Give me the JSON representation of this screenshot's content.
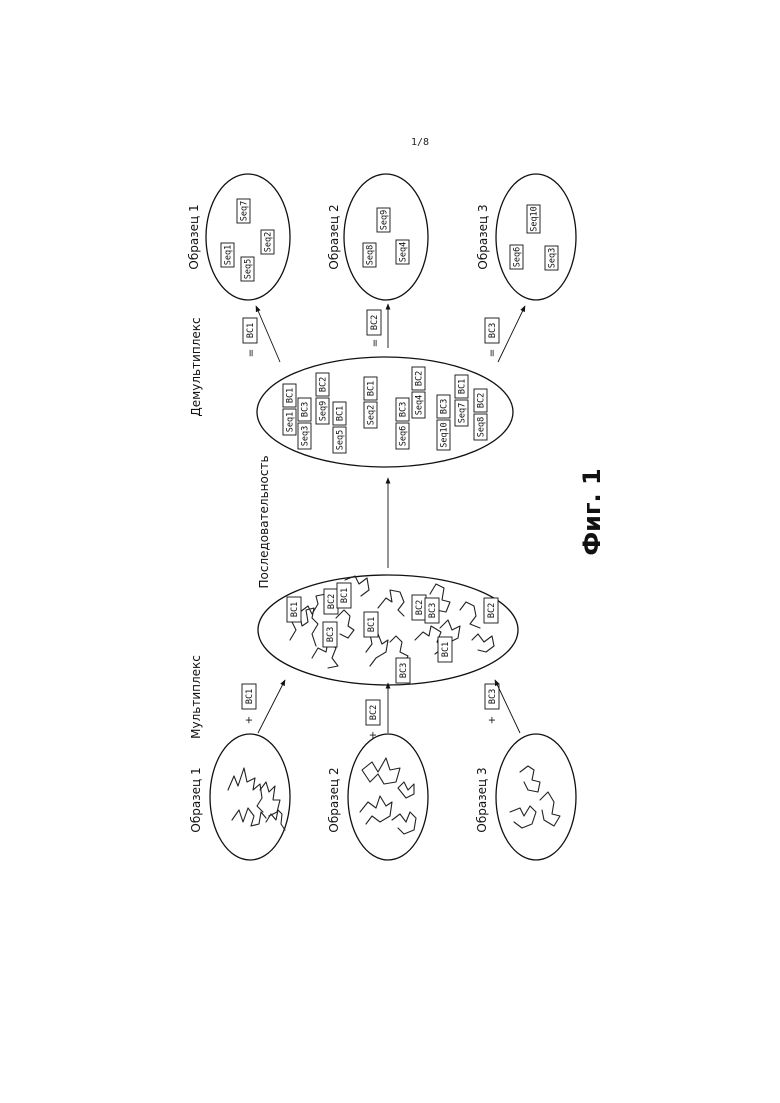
{
  "page_number": "1/8",
  "figure_label": "Фиг. 1",
  "steps": {
    "multiplex": "Мультиплекс",
    "sequencing": "Последовательность",
    "demultiplex": "Демультиплекс"
  },
  "input_samples": [
    {
      "label": "Образец 1",
      "operator": "+",
      "barcode": "BC1"
    },
    {
      "label": "Образец 2",
      "operator": "+",
      "barcode": "BC2"
    },
    {
      "label": "Образец 3",
      "operator": "+",
      "barcode": "BC3"
    }
  ],
  "pool_barcodes": [
    "BC1",
    "BC2",
    "BC1",
    "BC3",
    "BC1",
    "BC3",
    "BC2",
    "BC3",
    "BC1",
    "BC2"
  ],
  "sequenced_reads": [
    {
      "seq": "Seq1",
      "bc": "BC1"
    },
    {
      "seq": "Seq3",
      "bc": "BC3"
    },
    {
      "seq": "Seq9",
      "bc": "BC2"
    },
    {
      "seq": "Seq5",
      "bc": "BC1"
    },
    {
      "seq": "Seq2",
      "bc": "BC1"
    },
    {
      "seq": "Seq6",
      "bc": "BC3"
    },
    {
      "seq": "Seq4",
      "bc": "BC2"
    },
    {
      "seq": "Seq10",
      "bc": "BC3"
    },
    {
      "seq": "Seq7",
      "bc": "BC1"
    },
    {
      "seq": "Seq8",
      "bc": "BC2"
    }
  ],
  "output_samples": [
    {
      "label": "Образец 1",
      "operator": "=",
      "barcode": "BC1",
      "seqs": [
        "Seq1",
        "Seq7",
        "Seq5",
        "Seq2"
      ]
    },
    {
      "label": "Образец 2",
      "operator": "=",
      "barcode": "BC2",
      "seqs": [
        "Seq8",
        "Seq9",
        "Seq4"
      ]
    },
    {
      "label": "Образец 3",
      "operator": "=",
      "barcode": "BC3",
      "seqs": [
        "Seq6",
        "Seq10",
        "Seq3"
      ]
    }
  ]
}
